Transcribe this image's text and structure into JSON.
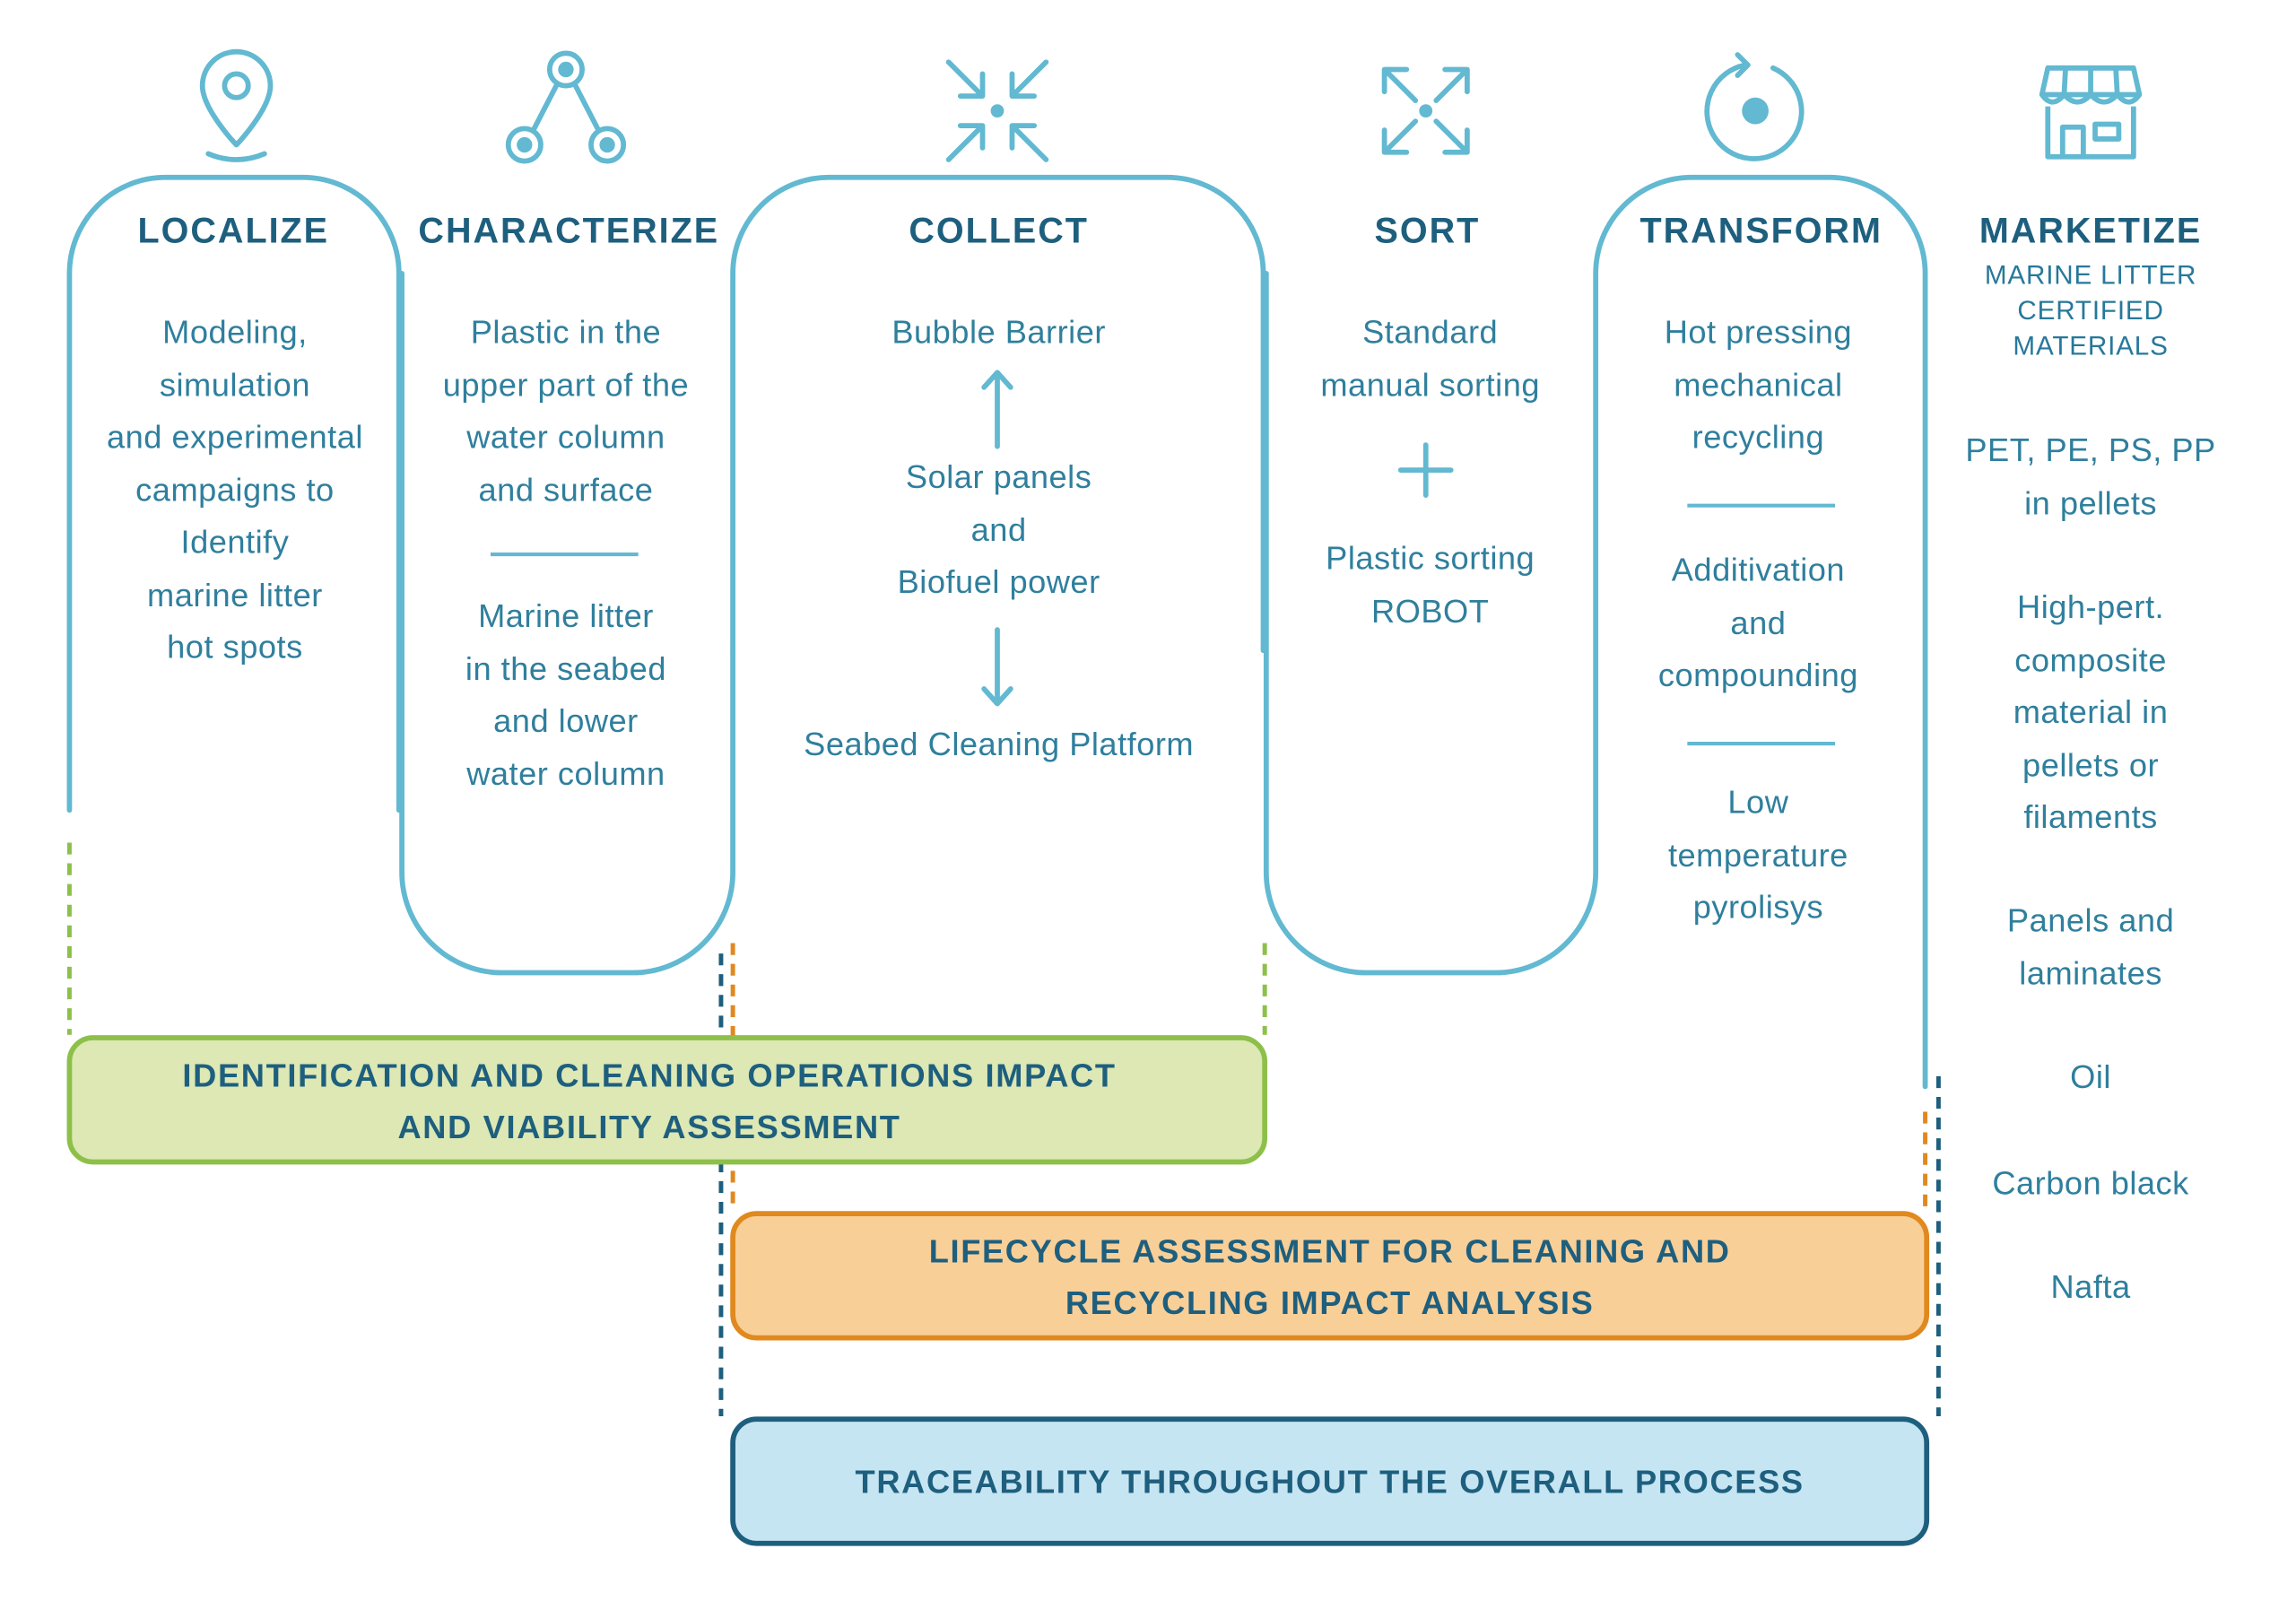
{
  "stages": [
    {
      "id": "localize",
      "title": "LOCALIZE",
      "icon": "location-pin-icon",
      "lines": [
        "Modeling,",
        "simulation",
        "and experimental",
        "campaigns to",
        "Identify",
        "marine litter",
        "hot spots"
      ]
    },
    {
      "id": "characterize",
      "title": "CHARACTERIZE",
      "icon": "network-nodes-icon",
      "lines_top": [
        "Plastic in the",
        "upper part of the",
        "water column",
        "and surface"
      ],
      "lines_bottom": [
        "Marine litter",
        "in the seabed",
        "and lower",
        "water column"
      ]
    },
    {
      "id": "collect",
      "title": "COLLECT",
      "icon": "converge-arrows-icon",
      "top": "Bubble Barrier",
      "middle": [
        "Solar panels",
        "and",
        "Biofuel power"
      ],
      "bottom": "Seabed Cleaning Platform"
    },
    {
      "id": "sort",
      "title": "SORT",
      "icon": "expand-arrows-icon",
      "lines_top": [
        "Standard",
        "manual sorting"
      ],
      "lines_bottom": [
        "Plastic sorting",
        "ROBOT"
      ]
    },
    {
      "id": "transform",
      "title": "TRANSFORM",
      "icon": "cycle-arrow-icon",
      "group1": [
        "Hot pressing",
        "mechanical",
        "recycling"
      ],
      "group2": [
        "Additivation",
        "and",
        "compounding"
      ],
      "group3": [
        "Low",
        "temperature",
        "pyrolisys"
      ]
    },
    {
      "id": "marketize",
      "title": "MARKETIZE",
      "icon": "storefront-icon",
      "subtitle": [
        "MARINE LITTER",
        "CERTIFIED",
        "MATERIALS"
      ],
      "items": [
        [
          "PET, PE, PS, PP",
          "in pellets"
        ],
        [
          "High-pert.",
          "composite",
          "material in",
          "pellets or",
          "filaments"
        ],
        [
          "Panels and",
          "laminates"
        ],
        [
          "Oil"
        ],
        [
          "Carbon black"
        ],
        [
          "Nafta"
        ]
      ]
    }
  ],
  "bands": [
    {
      "id": "identification",
      "lines": [
        "IDENTIFICATION AND CLEANING OPERATIONS IMPACT",
        "AND VIABILITY ASSESSMENT"
      ],
      "fill": "#dde8b4",
      "stroke": "#8dc04a"
    },
    {
      "id": "lifecycle",
      "lines": [
        "LIFECYCLE ASSESSMENT FOR CLEANING AND",
        "RECYCLING IMPACT ANALYSIS"
      ],
      "fill": "#f9cf98",
      "stroke": "#e0891f"
    },
    {
      "id": "traceability",
      "lines": [
        "TRACEABILITY THROUGHOUT THE OVERALL PROCESS"
      ],
      "fill": "#c6e5f3",
      "stroke": "#1e5f7e"
    }
  ],
  "colors": {
    "outline": "#62b9d1",
    "title": "#1e5f7e",
    "text": "#2f7f9d",
    "green": "#8dc04a",
    "orange": "#e0891f",
    "navy": "#1e5f7e"
  }
}
